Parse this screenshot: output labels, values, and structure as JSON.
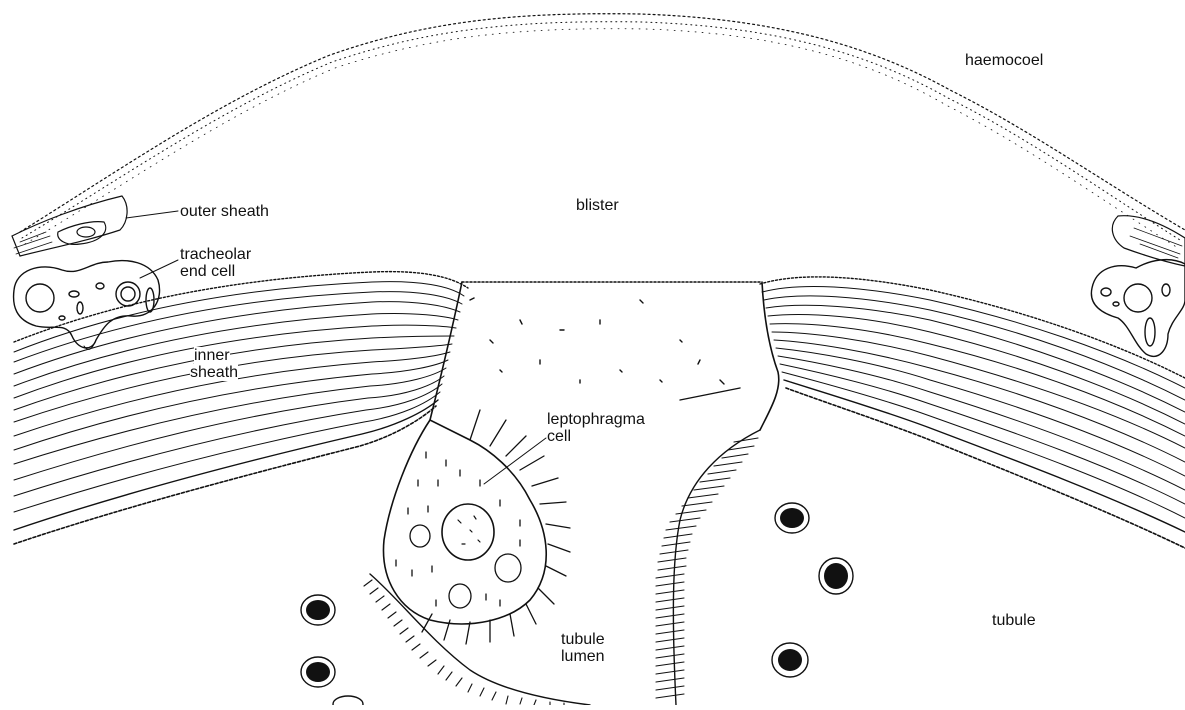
{
  "labels": {
    "haemocoel": "haemocoel",
    "blister": "blister",
    "outer_sheath": "outer sheath",
    "tracheolar_line1": "tracheolar",
    "tracheolar_line2": "end cell",
    "inner_line1": "inner",
    "inner_line2": "sheath",
    "lepto_line1": "leptophragma",
    "lepto_line2": "cell",
    "tubule_lumen_line1": "tubule",
    "tubule_lumen_line2": "lumen",
    "tubule": "tubule"
  },
  "colors": {
    "ink": "#111111",
    "paper": "#ffffff"
  }
}
